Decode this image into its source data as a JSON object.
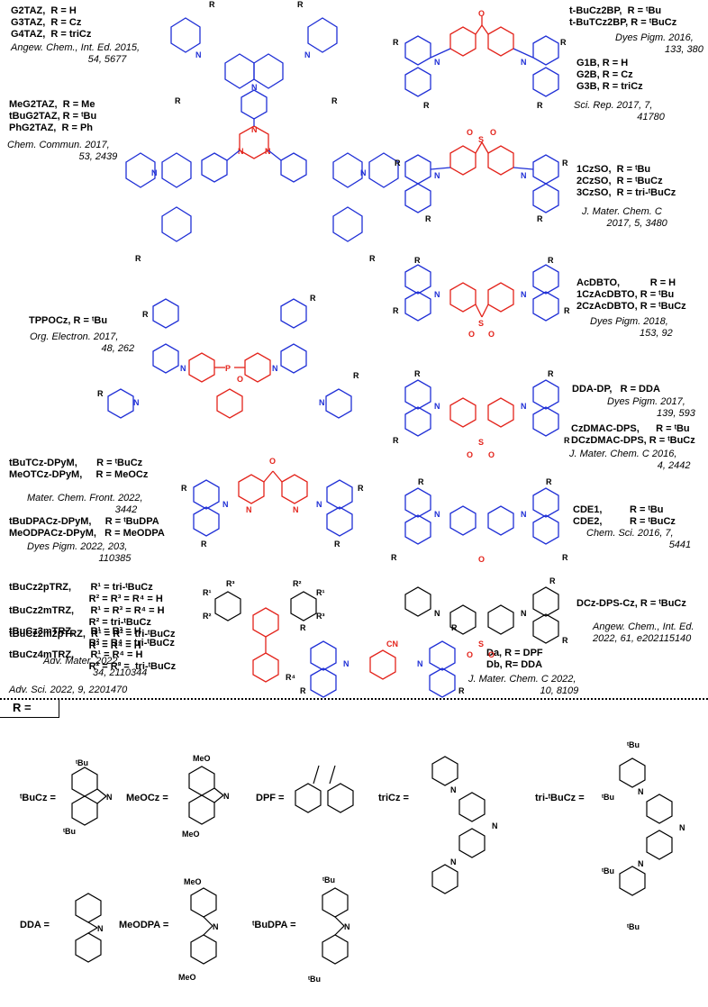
{
  "colors": {
    "donor": "#1f2fd6",
    "acceptor": "#e3231b",
    "text": "#000000"
  },
  "groups": [
    {
      "id": "g1",
      "lines": [
        "G2TAZ,  R = H",
        "G3TAZ,  R = Cz",
        "G4TAZ,  R = triCz"
      ],
      "ref": [
        "Angew. Chem., Int. Ed. 2015,",
        "54, 5677"
      ]
    },
    {
      "id": "g2",
      "lines": [
        "MeG2TAZ,  R = Me",
        "tBuG2TAZ, R = ᵗBu",
        "PhG2TAZ,  R = Ph"
      ],
      "ref": [
        "Chem. Commun. 2017,",
        "53, 2439"
      ]
    },
    {
      "id": "g3",
      "lines": [
        "t-BuCz2BP,  R = ᵗBu",
        "t-BuTCz2BP, R = ᵗBuCz"
      ],
      "ref": [
        "Dyes Pigm. 2016,",
        "133, 380"
      ]
    },
    {
      "id": "g4",
      "lines": [
        "G1B, R = H",
        "G2B, R = Cz",
        "G3B, R = triCz"
      ],
      "ref": [
        "Sci. Rep. 2017, 7,",
        "41780"
      ]
    },
    {
      "id": "g5",
      "lines": [
        "1CzSO,  R = ᵗBu",
        "2CzSO,  R = ᵗBuCz",
        "3CzSO,  R = tri-ᵗBuCz"
      ],
      "ref": [
        "J. Mater. Chem. C",
        "2017, 5, 3480"
      ]
    },
    {
      "id": "g6",
      "lines": [
        "AcDBTO,           R = H",
        "1CzAcDBTO, R = ᵗBu",
        "2CzAcDBTO, R = ᵗBuCz"
      ],
      "ref": [
        "Dyes Pigm. 2018,",
        "153, 92"
      ]
    },
    {
      "id": "g7",
      "lines": [
        "TPPOCz, R = ᵗBu"
      ],
      "ref": [
        "Org. Electron. 2017,",
        "48, 262"
      ]
    },
    {
      "id": "g8",
      "lines": [
        "DDA-DP,   R = DDA"
      ],
      "ref": [
        "Dyes Pigm. 2017,",
        "139, 593"
      ]
    },
    {
      "id": "g9",
      "lines": [
        "CzDMAC-DPS,      R = ᵗBu",
        "DCzDMAC-DPS, R = ᵗBuCz"
      ],
      "ref": [
        "J. Mater. Chem. C 2016,",
        "4, 2442"
      ]
    },
    {
      "id": "g10",
      "lines": [
        "tBuTCz-DPyM,       R = ᵗBuCz",
        "MeOTCz-DPyM,     R = MeOCz"
      ],
      "ref": [
        "Mater. Chem. Front. 2022,",
        "3442"
      ]
    },
    {
      "id": "g11",
      "lines": [
        "tBuDPACz-DPyM,     R = ᵗBuDPA",
        "MeODPACz-DPyM,   R = MeODPA"
      ],
      "ref": [
        "Dyes Pigm. 2022, 203,",
        "110385"
      ]
    },
    {
      "id": "g12",
      "lines": [
        "CDE1,          R = ᵗBu",
        "CDE2,          R = ᵗBuCz"
      ],
      "ref": [
        "Chem. Sci. 2016, 7,",
        "5441"
      ]
    },
    {
      "id": "g13",
      "lines": [
        "tBuCz2pTRZ,       R¹ = tri-ᵗBuCz",
        "                             R² = R³ = R⁴ = H",
        "tBuCz2mTRZ,      R¹ = R³ = R⁴ = H",
        "                             R² = tri-ᵗBuCz",
        "tBuCz2m2pTRZ,  R¹ = R² = tri-ᵗBuCz",
        "                             R³ = R⁴ = H"
      ],
      "ref": [
        "Adv. Mater. 2022,",
        "34, 2110344"
      ]
    },
    {
      "id": "g14",
      "lines": [
        "DCz-DPS-Cz, R = ᵗBuCz"
      ],
      "ref": [
        "Angew. Chem., Int. Ed.",
        "2022, 61, e202115140"
      ]
    },
    {
      "id": "g15",
      "lines": [
        "tBuCz3mTRZ,      R¹ = R³ = H",
        "                             R² = R⁴ = tri-ᵗBuCz",
        "tBuCz4mTRZ,      R¹ = R⁴ = H",
        "                             R² = R³ =  tri-ᵗBuCz"
      ],
      "ref": [
        "Adv. Sci. 2022, 9, 2201470"
      ]
    },
    {
      "id": "g16",
      "lines": [
        "Da, R = DPF",
        "Db, R= DDA"
      ],
      "ref": [
        "J. Mater. Chem. C 2022,",
        "10, 8109"
      ]
    }
  ],
  "r_header": "R =",
  "substituents": [
    {
      "id": "tbucz",
      "label": "ᵗBuCz ="
    },
    {
      "id": "meocz",
      "label": "MeOCz ="
    },
    {
      "id": "dpf",
      "label": "DPF ="
    },
    {
      "id": "tricz",
      "label": "triCz ="
    },
    {
      "id": "tritbucz",
      "label": "tri-ᵗBuCz ="
    },
    {
      "id": "dda",
      "label": "DDA ="
    },
    {
      "id": "meodpa",
      "label": "MeODPA ="
    },
    {
      "id": "tbudpa",
      "label": "ᵗBuDPA ="
    }
  ],
  "atoms": {
    "N": "N",
    "O": "O",
    "S": "S",
    "P": "P",
    "R": "R",
    "CN": "CN",
    "MeO": "MeO",
    "tBu": "ᵗBu"
  }
}
